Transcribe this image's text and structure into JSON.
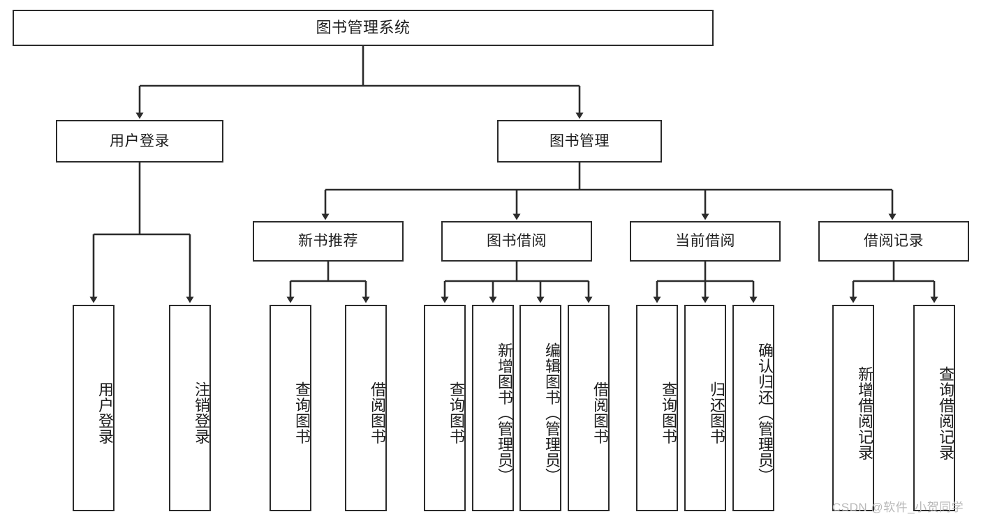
{
  "diagram": {
    "type": "hierarchy-tree",
    "title_node": {
      "label": "图书管理系统"
    },
    "level2": [
      {
        "label": "用户登录"
      },
      {
        "label": "图书管理"
      }
    ],
    "level3": [
      {
        "label": "新书推荐"
      },
      {
        "label": "图书借阅"
      },
      {
        "label": "当前借阅"
      },
      {
        "label": "借阅记录"
      }
    ],
    "leaves": {
      "user_login": [
        {
          "label": "用户登录"
        },
        {
          "label": "注销登录"
        }
      ],
      "new_book_recommend": [
        {
          "label": "查询图书"
        },
        {
          "label": "借阅图书"
        }
      ],
      "book_borrow": [
        {
          "label": "查询图书"
        },
        {
          "label": "新增图书（管理员）"
        },
        {
          "label": "编辑图书（管理员）"
        },
        {
          "label": "借阅图书"
        }
      ],
      "current_borrow": [
        {
          "label": "查询图书"
        },
        {
          "label": "归还图书"
        },
        {
          "label": "确认归还（管理员）"
        }
      ],
      "borrow_record": [
        {
          "label": "新增借阅记录"
        },
        {
          "label": "查询借阅记录"
        }
      ]
    }
  },
  "watermark": {
    "text": "CSDN @软件_小贺同学"
  },
  "colors": {
    "stroke": "#2b2b2b",
    "fill": "#ffffff",
    "text": "#1d1d1d",
    "watermark": "#b9b9b9"
  }
}
